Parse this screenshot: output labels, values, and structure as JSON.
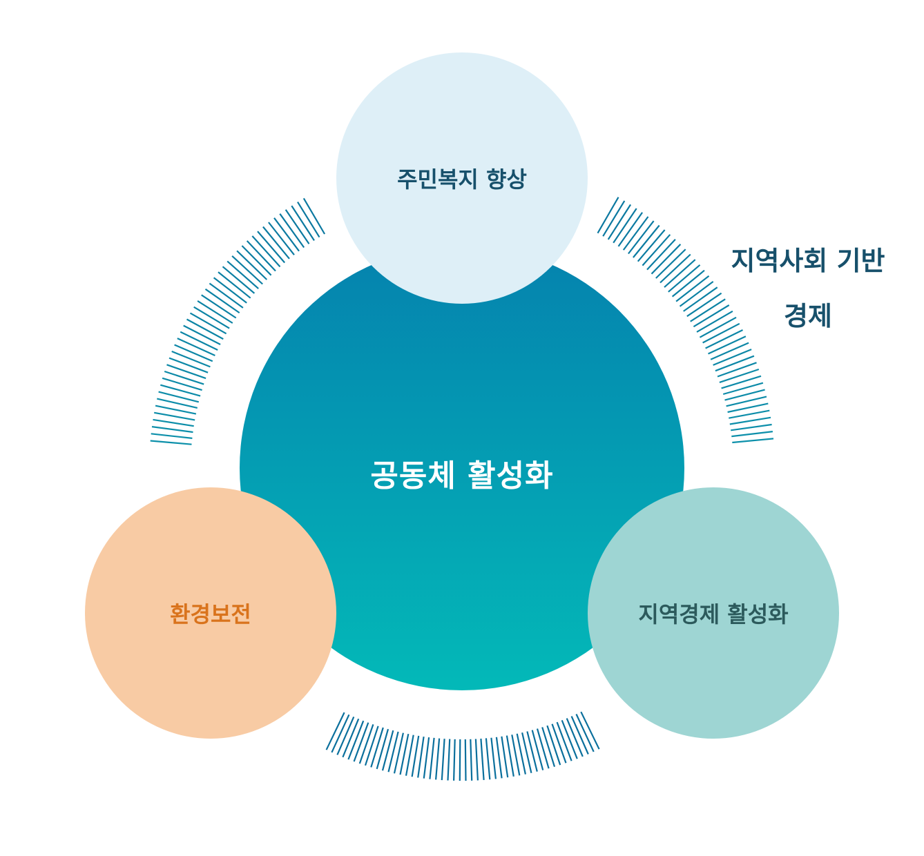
{
  "center": {
    "label": "공동체 활성화",
    "color": "#ffffff"
  },
  "nodes": {
    "top": {
      "label": "주민복지 향상",
      "fill": "#deeff7",
      "text_color": "#17506b"
    },
    "left": {
      "label": "환경보전",
      "fill": "#f8cba4",
      "text_color": "#d9731c"
    },
    "right": {
      "label": "지역경제 활성화",
      "fill": "#9ed5d3",
      "text_color": "#2c5a5c"
    }
  },
  "side_caption": {
    "line1": "지역사회 기반",
    "line2": "경제",
    "color": "#17506b"
  },
  "colors": {
    "center_gradient_top": "#0582ae",
    "center_gradient_bottom": "#03b9b8",
    "arc_stripe_dark": "#0a6f9c",
    "arc_stripe_light": "#0fb6bb"
  }
}
